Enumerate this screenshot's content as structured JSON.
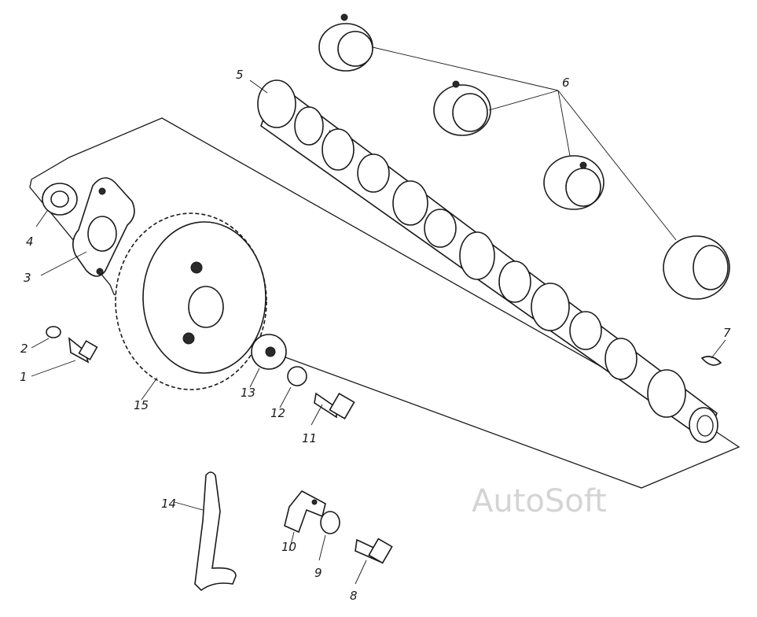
{
  "callouts": [
    "1",
    "2",
    "3",
    "4",
    "5",
    "6",
    "7",
    "8",
    "9",
    "10",
    "11",
    "12",
    "13",
    "14",
    "15"
  ],
  "watermark": "AutoSoft"
}
